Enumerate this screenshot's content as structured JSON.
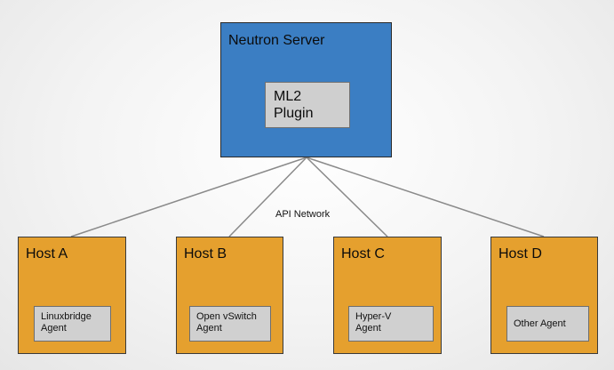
{
  "server": {
    "title": "Neutron Server",
    "plugin_lines": [
      "ML2",
      "Plugin"
    ]
  },
  "network_label": "API Network",
  "hosts": [
    {
      "title": "Host A",
      "agent_lines": [
        "Linuxbridge",
        "Agent"
      ]
    },
    {
      "title": "Host B",
      "agent_lines": [
        "Open vSwitch",
        "Agent"
      ]
    },
    {
      "title": "Host C",
      "agent_lines": [
        "Hyper-V",
        "Agent"
      ]
    },
    {
      "title": "Host D",
      "agent_lines": [
        "Other Agent"
      ]
    }
  ],
  "colors": {
    "server_fill": "#3b7ec3",
    "host_fill": "#e5a02e",
    "agent_fill": "#d0d0d0",
    "link": "#8a8a8a"
  }
}
